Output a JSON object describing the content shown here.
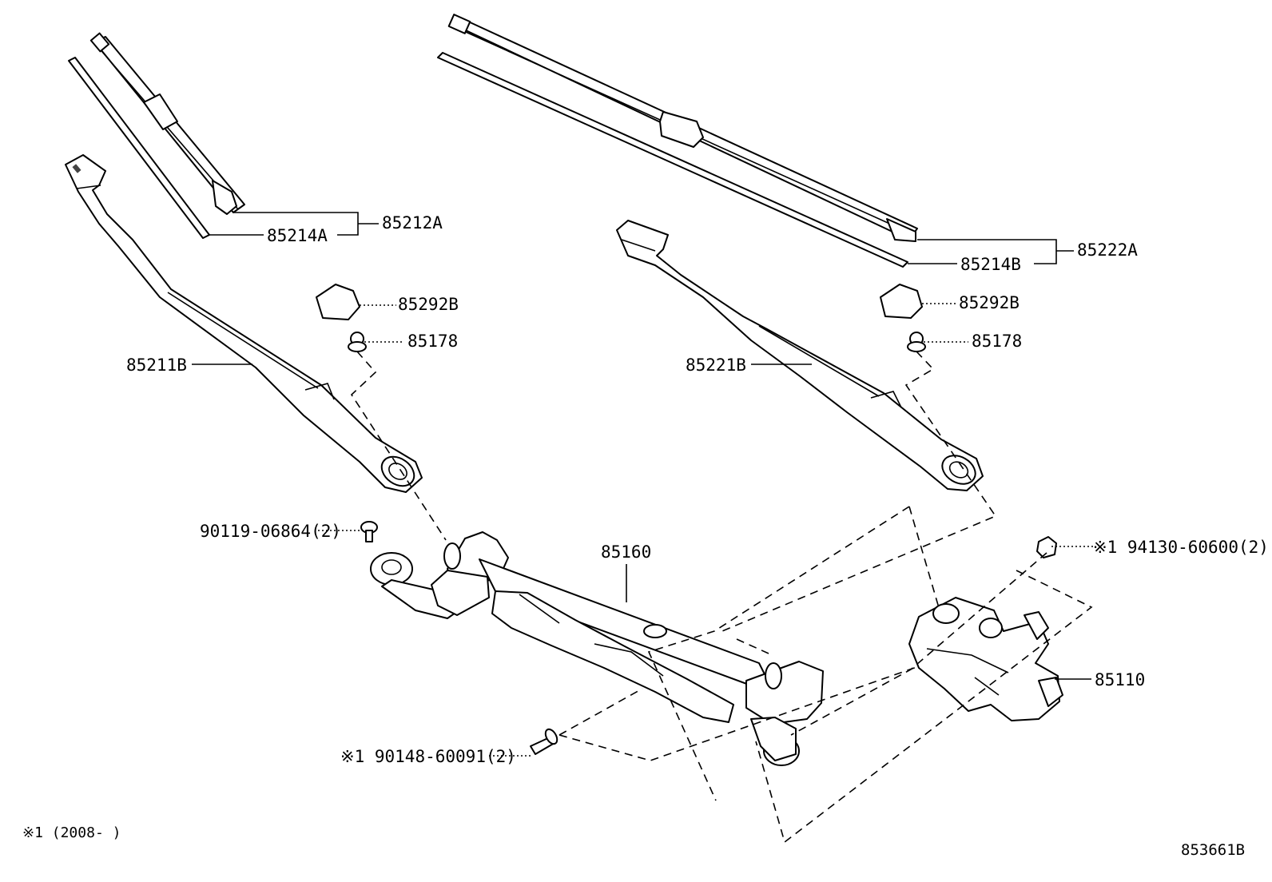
{
  "diagram_id": "853661B",
  "footnote": "※1 (2008-    )",
  "parts": {
    "blade_left_assy": "85212A",
    "refill_left": "85214A",
    "blade_right_assy": "85222A",
    "refill_right": "85214B",
    "cap_left": "85292B",
    "cap_right": "85292B",
    "nut_left": "85178",
    "nut_right": "85178",
    "arm_left": "85211B",
    "arm_right": "85221B",
    "link_assy": "85160",
    "motor": "85110",
    "bolt_link": "90119-06864(2)",
    "bolt_lower": "※1 90148-60091(2)",
    "nut_motor": "※1 94130-60600(2)"
  }
}
